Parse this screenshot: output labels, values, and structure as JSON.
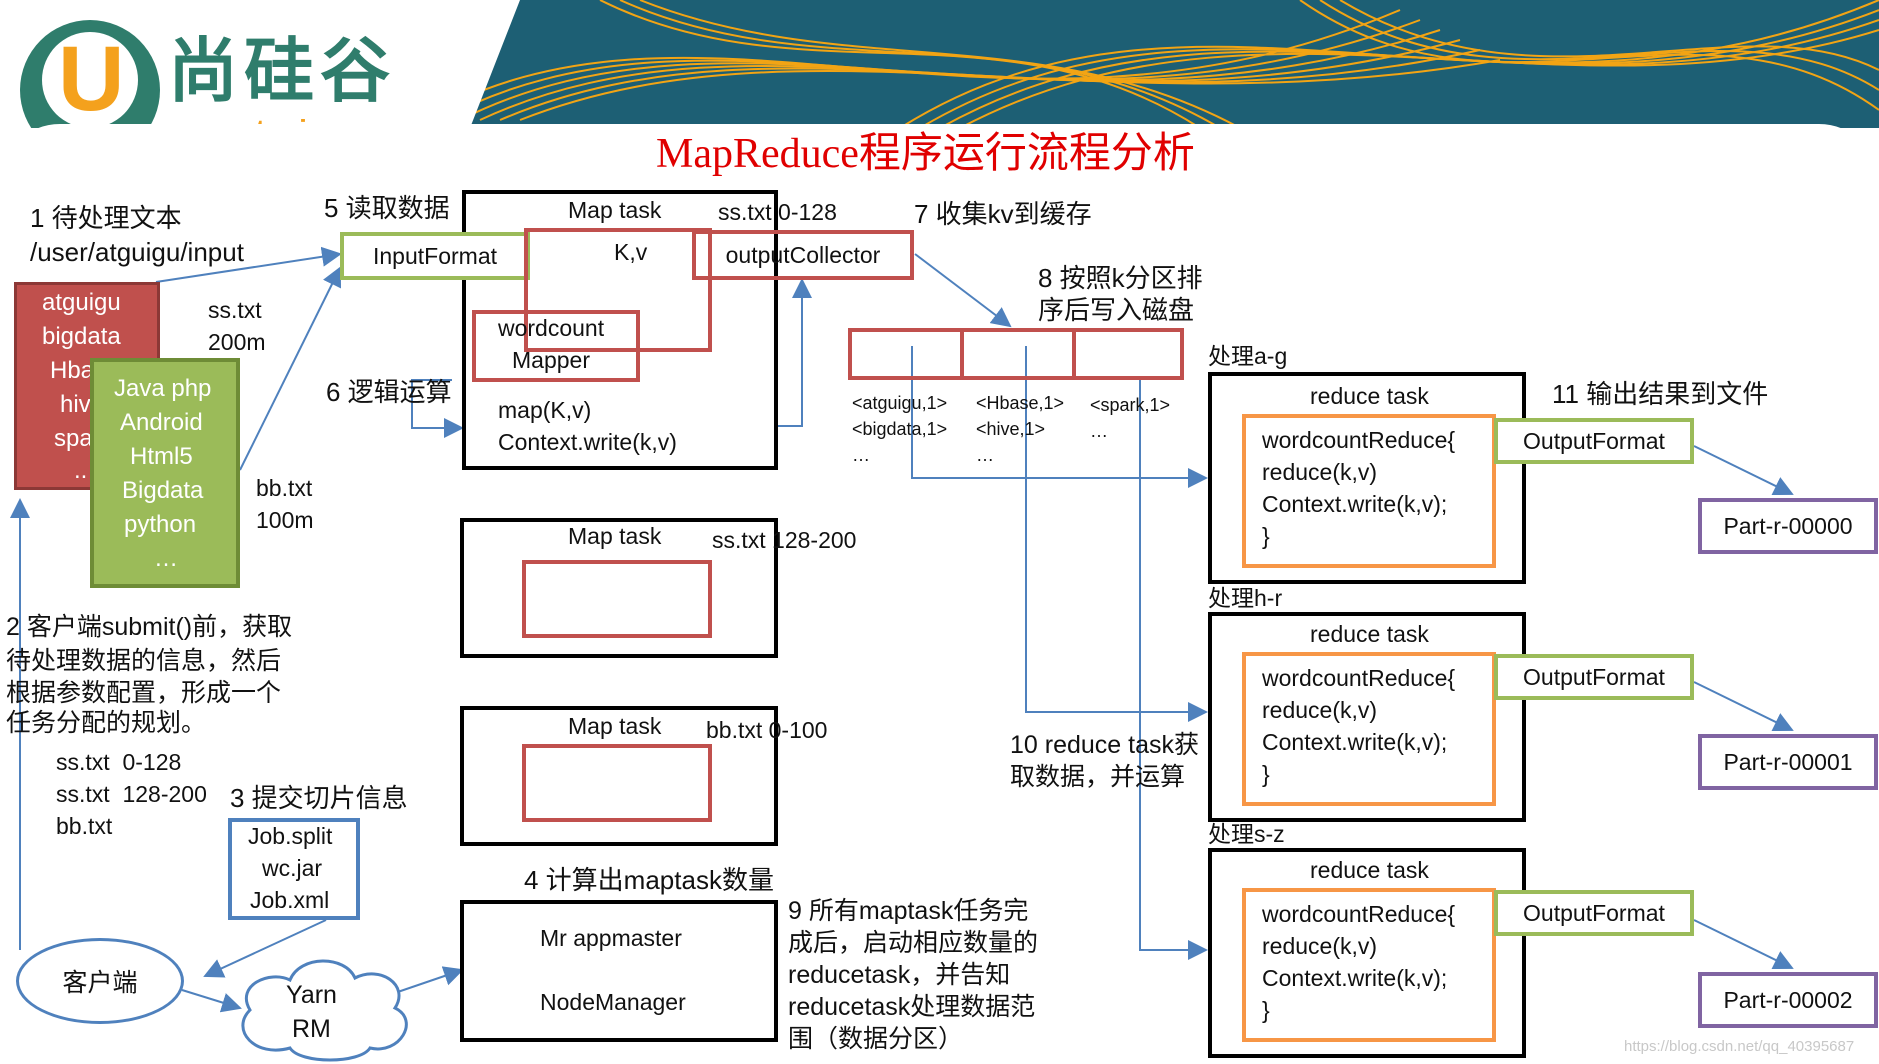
{
  "logo": {
    "letter": "U",
    "chinese": "尚硅谷",
    "url": "www.atguigu.com"
  },
  "title": "MapReduce程序运行流程分析",
  "steps": {
    "s1": [
      "1 待处理文本",
      "/user/atguigu/input"
    ],
    "s2": [
      "2 客户端submit()前，获取",
      "待处理数据的信息，然后",
      "根据参数配置，形成一个",
      "任务分配的规划。"
    ],
    "s3": "3 提交切片信息",
    "s4": "4 计算出maptask数量",
    "s5": "5 读取数据",
    "s6": "6 逻辑运算",
    "s7": "7 收集kv到缓存",
    "s8": [
      "8 按照k分区排",
      "序后写入磁盘"
    ],
    "s9": [
      "9 所有maptask任务完",
      "成后，启动相应数量的",
      "reducetask，并告知",
      "reducetask处理数据范",
      "围（数据分区）"
    ],
    "s10": [
      "10 reduce task获",
      "取数据，并运算"
    ],
    "s11": "11 输出结果到文件"
  },
  "files": {
    "ss": [
      "atguigu",
      "bigdata",
      "Hba",
      "hiv",
      "spa",
      ".."
    ],
    "bb": [
      "Java php",
      "Android",
      "Html5",
      "Bigdata",
      "python",
      "…"
    ],
    "ss_label": [
      "ss.txt",
      "200m"
    ],
    "bb_label": [
      "bb.txt",
      "100m"
    ]
  },
  "splits": [
    "ss.txt  0-128",
    "ss.txt  128-200",
    "bb.txt"
  ],
  "job_files": [
    "Job.split",
    "wc.jar",
    "Job.xml"
  ],
  "client": "客户端",
  "yarn": [
    "Yarn",
    "RM"
  ],
  "map_tasks": [
    {
      "title": "Map task",
      "split": "ss.txt 0-128"
    },
    {
      "title": "Map task",
      "split": "ss.txt 128-200"
    },
    {
      "title": "Map task",
      "split": "bb.txt 0-100"
    }
  ],
  "map_inner": {
    "input_format": "InputFormat",
    "kv": "K,v",
    "output_collector": "outputCollector",
    "mapper": [
      "wordcount",
      "Mapper"
    ],
    "map_code": [
      "map(K,v)",
      "Context.write(k,v)"
    ]
  },
  "partitions": [
    [
      "<atguigu,1>",
      "<bigdata,1>",
      "…"
    ],
    [
      "<Hbase,1>",
      "<hive,1>",
      "…"
    ],
    [
      "<spark,1>",
      "…"
    ]
  ],
  "master": [
    "Mr appmaster",
    "NodeManager"
  ],
  "reduce_tasks": [
    {
      "range": "处理a-g",
      "title": "reduce task",
      "output": "Part-r-00000"
    },
    {
      "range": "处理h-r",
      "title": "reduce task",
      "output": "Part-r-00001"
    },
    {
      "range": "处理s-z",
      "title": "reduce task",
      "output": "Part-r-00002"
    }
  ],
  "reducer_code": [
    "wordcountReduce{",
    "reduce(k,v)",
    "Context.write(k,v);",
    "}"
  ],
  "output_format": "OutputFormat",
  "watermark": "https://blog.csdn.net/qq_40395687",
  "colors": {
    "red": "#c0504d",
    "green": "#9bbb59",
    "orange": "#f79646",
    "purple": "#8064a2",
    "blue": "#4f81bd",
    "title": "#e00000"
  }
}
